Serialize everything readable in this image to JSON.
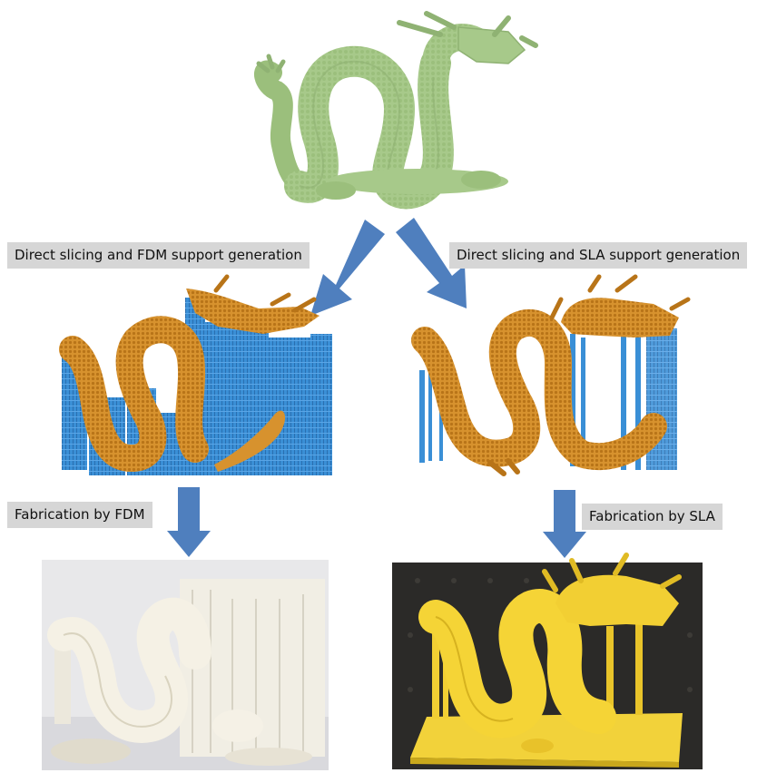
{
  "labels": {
    "fdm_support": "Direct slicing and FDM support generation",
    "sla_support": "Direct slicing and  SLA support generation",
    "fab_fdm": "Fabrication by FDM",
    "fab_sla": "Fabrication by SLA"
  },
  "colors": {
    "arrow": "#4f7fbe",
    "label_bg": "#d6d6d6",
    "model_green": "#a7c98a",
    "model_orange": "#d7922e",
    "support_blue": "#3a8fd6",
    "fdm_print": "#eeeade",
    "sla_print": "#f2cf33"
  }
}
